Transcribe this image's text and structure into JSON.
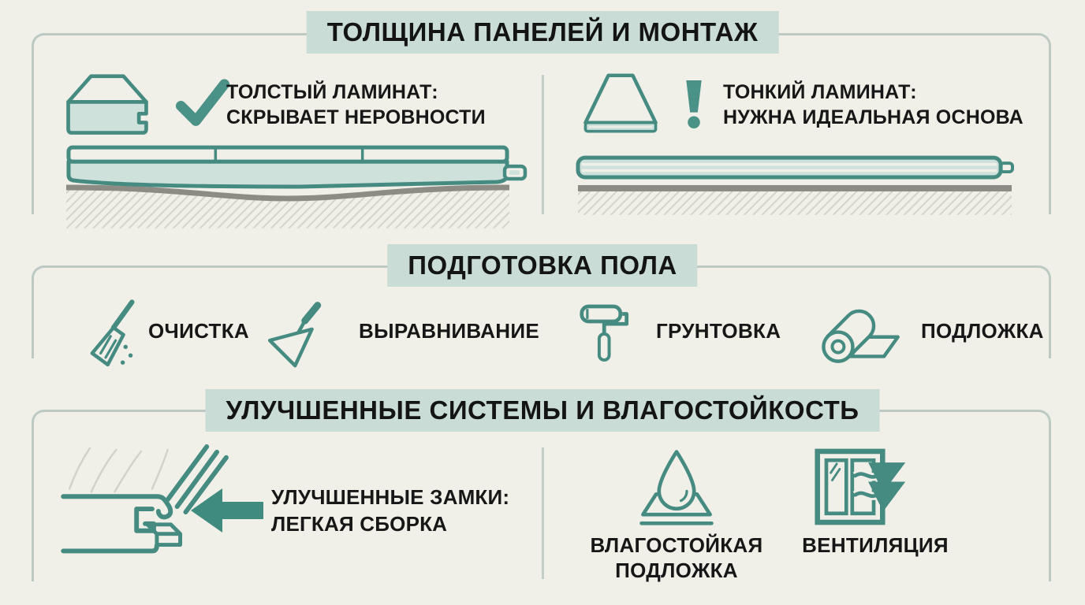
{
  "colors": {
    "background": "#f0efe8",
    "accent_teal": "#458b81",
    "accent_light_fill": "#cfe1db",
    "header_bg": "#c9dcd5",
    "frame_line": "#bccac3",
    "subfloor_gray": "#8d8c84",
    "hatch_gray": "#d6d3ca",
    "text": "#171717"
  },
  "sections": [
    {
      "title": "ТОЛЩИНА ПАНЕЛЕЙ И МОНТАЖ",
      "left": {
        "icon": "thick-laminate-icon",
        "mark": "checkmark-icon",
        "line1": "ТОЛСТЫЙ ЛАМИНАТ:",
        "line2": "СКРЫВАЕТ НЕРОВНОСТИ",
        "illustration": "thick-panel-over-uneven-subfloor"
      },
      "right": {
        "icon": "thin-laminate-icon",
        "mark": "exclamation-icon",
        "line1": "ТОНКИЙ ЛАМИНАТ:",
        "line2": "НУЖНА ИДЕАЛЬНАЯ ОСНОВА",
        "illustration": "thin-panel-over-flat-subfloor"
      }
    },
    {
      "title": "ПОДГОТОВКА ПОЛА",
      "items": [
        {
          "icon": "broom-icon",
          "label": "ОЧИСТКА"
        },
        {
          "icon": "trowel-icon",
          "label": "ВЫРАВНИВАНИЕ"
        },
        {
          "icon": "roller-icon",
          "label": "ГРУНТОВКА"
        },
        {
          "icon": "underlay-roll-icon",
          "label": "ПОДЛОЖКА"
        }
      ]
    },
    {
      "title": "УЛУЧШЕННЫЕ СИСТЕМЫ И ВЛАГОСТОЙКОСТЬ",
      "lock": {
        "icon": "click-lock-icon",
        "mark": "arrow-left-icon",
        "line1": "УЛУЧШЕННЫЕ ЗАМКИ:",
        "line2": "ЛЕГКАЯ СБОРКА"
      },
      "moisture": {
        "icon": "waterdrop-underlay-icon",
        "line1": "ВЛАГОСТОЙКАЯ",
        "line2": "ПОДЛОЖКА"
      },
      "ventilation": {
        "icon": "window-airflow-icon",
        "label": "ВЕНТИЛЯЦИЯ"
      }
    }
  ]
}
